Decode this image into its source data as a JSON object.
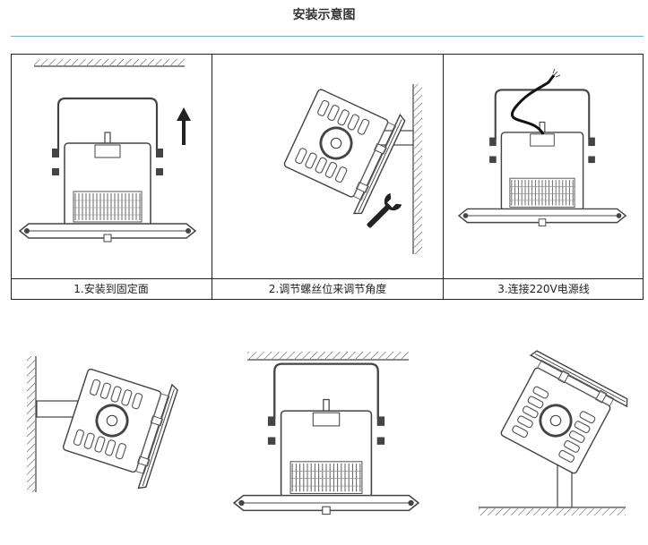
{
  "title": "安装示意图",
  "captions": [
    "1.安装到固定面",
    "2.调节螺丝位来调节角度",
    "3.连接220V电源线"
  ]
}
